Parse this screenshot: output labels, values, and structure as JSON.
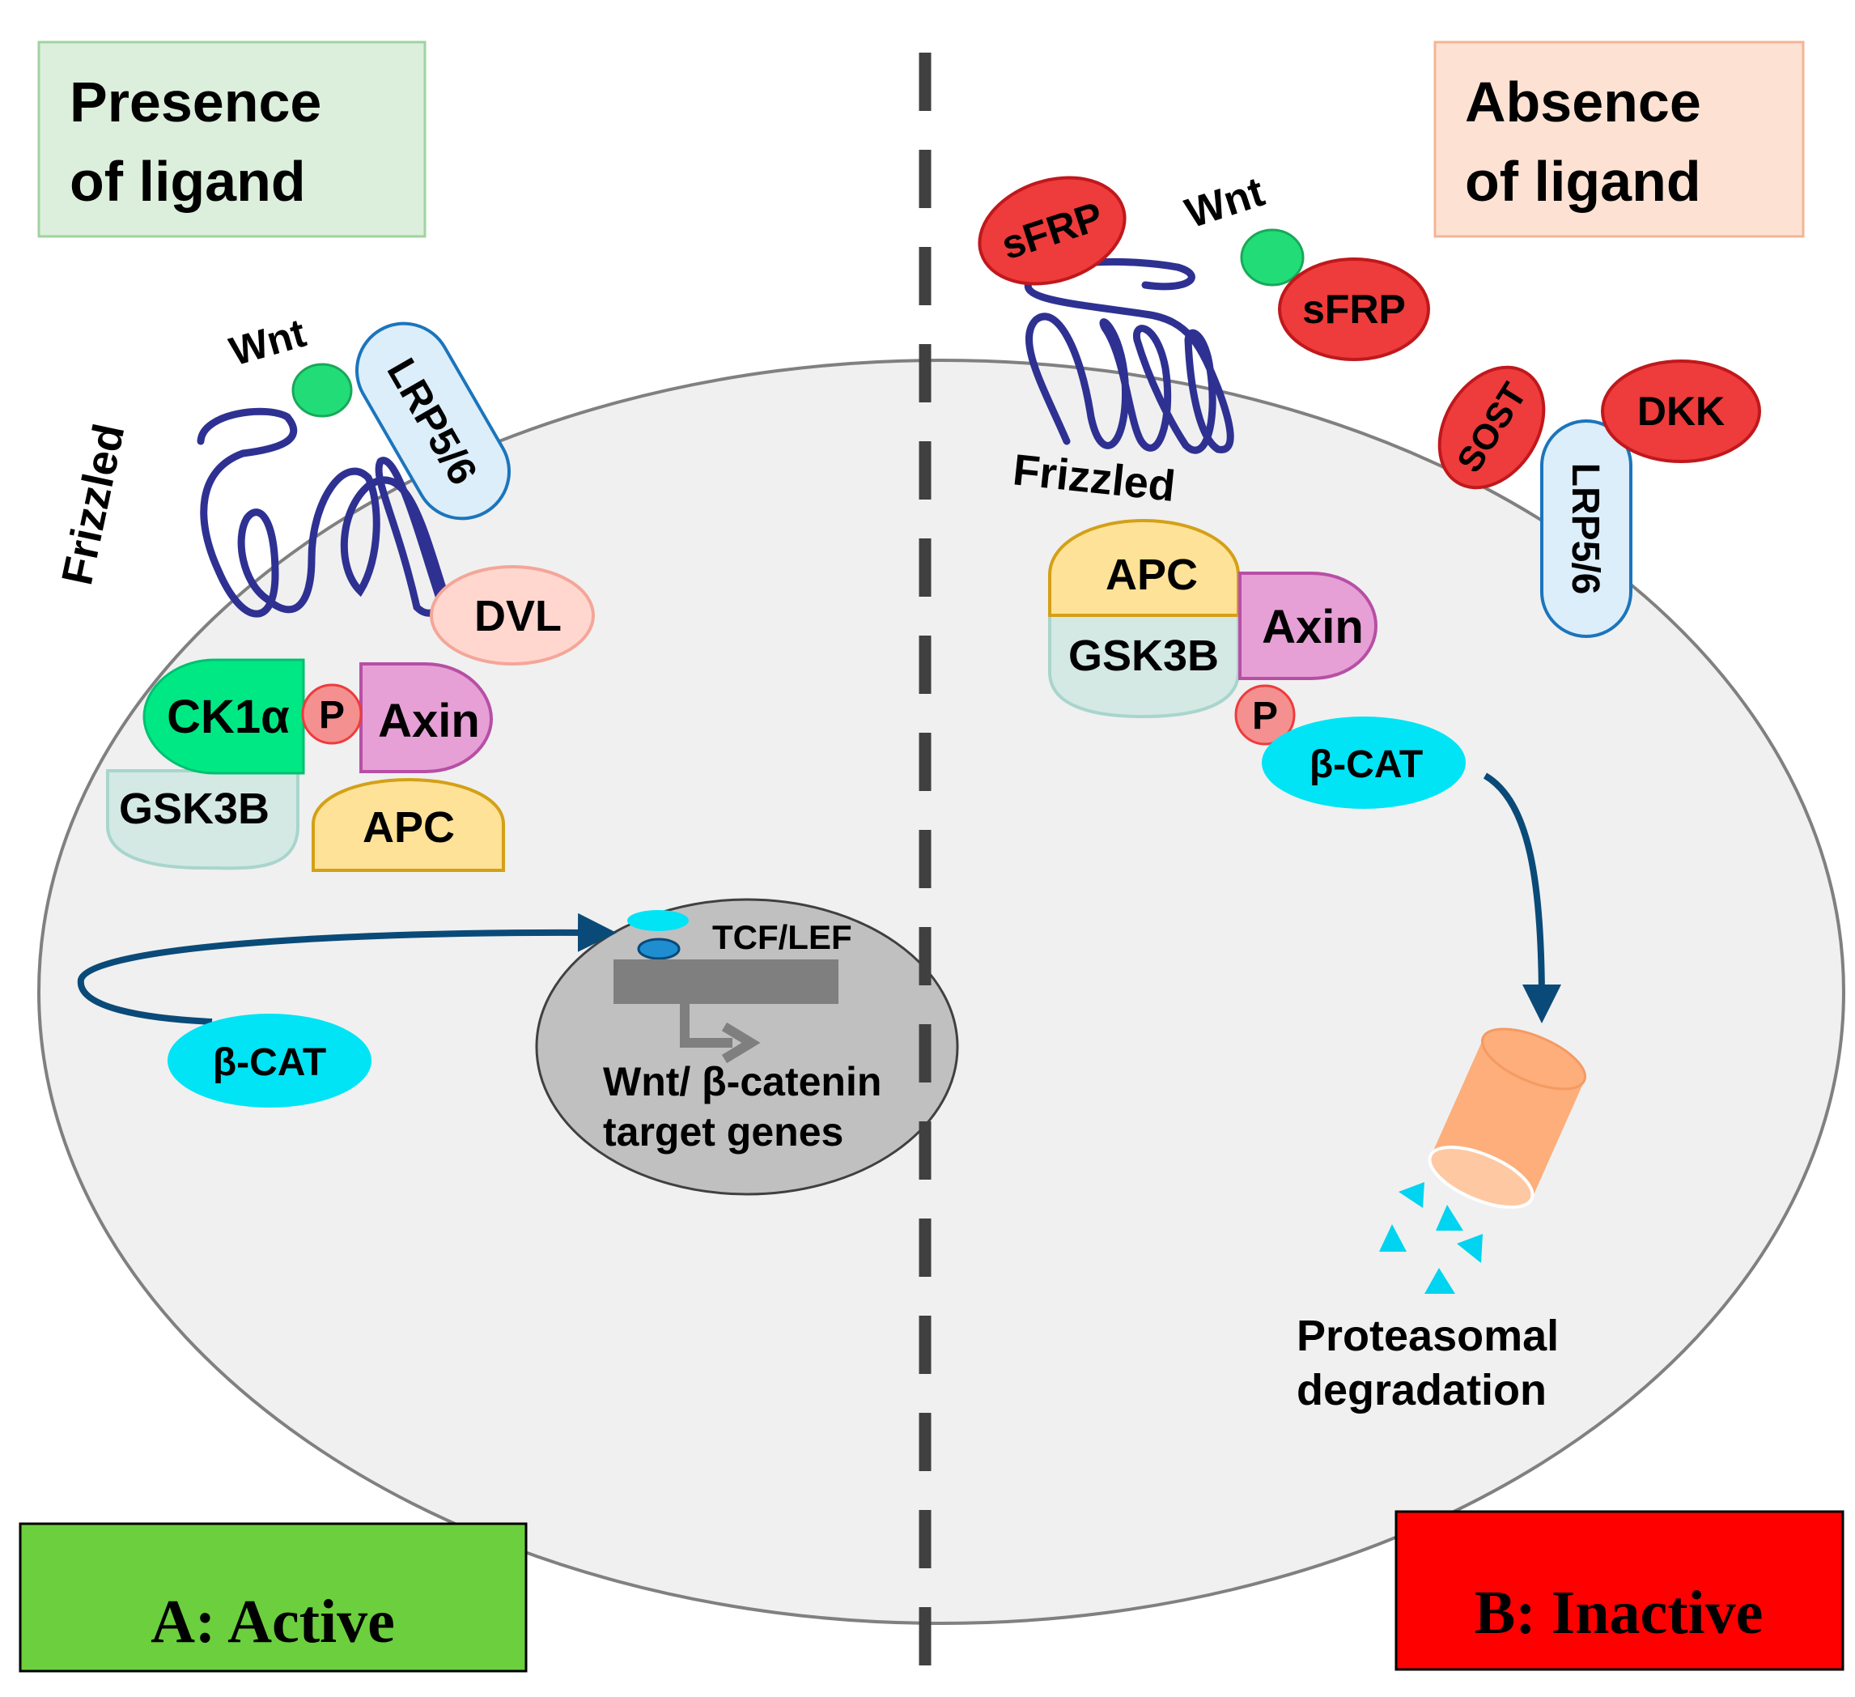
{
  "colors": {
    "cell": "#f0f0f0",
    "nucleus": "#c0c0c0",
    "frizzled": "#2e3192",
    "wnt": "#22dd77",
    "antagonist": "#ee3b3b",
    "beta_cat": "#00e4f5",
    "arrow": "#0a4a78",
    "active": "#6ccf3e",
    "inactive": "#ff0000",
    "presence_box": "#dcefdc",
    "absence_box": "#fde2d4"
  },
  "active_side": {
    "heading": [
      "Presence",
      "of ligand"
    ],
    "frizzled": "Frizzled",
    "wnt": "Wnt",
    "lrp": "LRP5/6",
    "dvl": "DVL",
    "ck1": "CK1α",
    "p": "P",
    "axin": "Axin",
    "gsk": "GSK3B",
    "apc": "APC",
    "beta_cat": "β-CAT",
    "tcf": "TCF/LEF",
    "target": [
      "Wnt/ β-catenin",
      "target genes"
    ],
    "status": "A: Active"
  },
  "inactive_side": {
    "heading": [
      "Absence",
      "of ligand"
    ],
    "sfrp_1": "sFRP",
    "sfrp_2": "sFRP",
    "wnt": "Wnt",
    "frizzled": "Frizzled",
    "sost": "SOST",
    "dkk": "DKK",
    "lrp": "LRP5/6",
    "apc": "APC",
    "gsk": "GSK3B",
    "axin": "Axin",
    "p": "P",
    "beta_cat": "β-CAT",
    "degradation": [
      "Proteasomal",
      "degradation"
    ],
    "status": "B: Inactive"
  }
}
